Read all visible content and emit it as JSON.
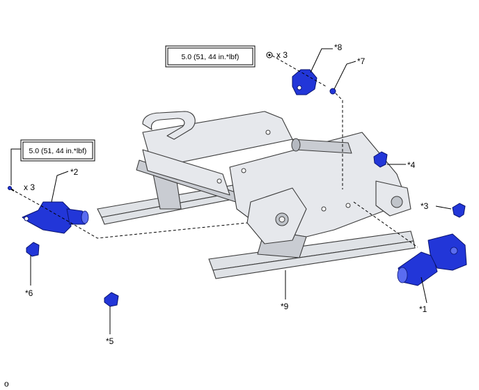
{
  "torque_specs": [
    {
      "text": "5.0 (51, 44 in.*lbf)",
      "qty": "x 3"
    },
    {
      "text": "5.0 (51, 44 in.*lbf)",
      "qty": "x 3"
    }
  ],
  "callouts": [
    "*1",
    "*2",
    "*3",
    "*4",
    "*5",
    "*6",
    "*7",
    "*8",
    "*9"
  ],
  "figure_code": "o",
  "colors": {
    "part_highlight": "#2236d8",
    "frame": "#e6e8ec",
    "outline": "#3a3a3a"
  }
}
